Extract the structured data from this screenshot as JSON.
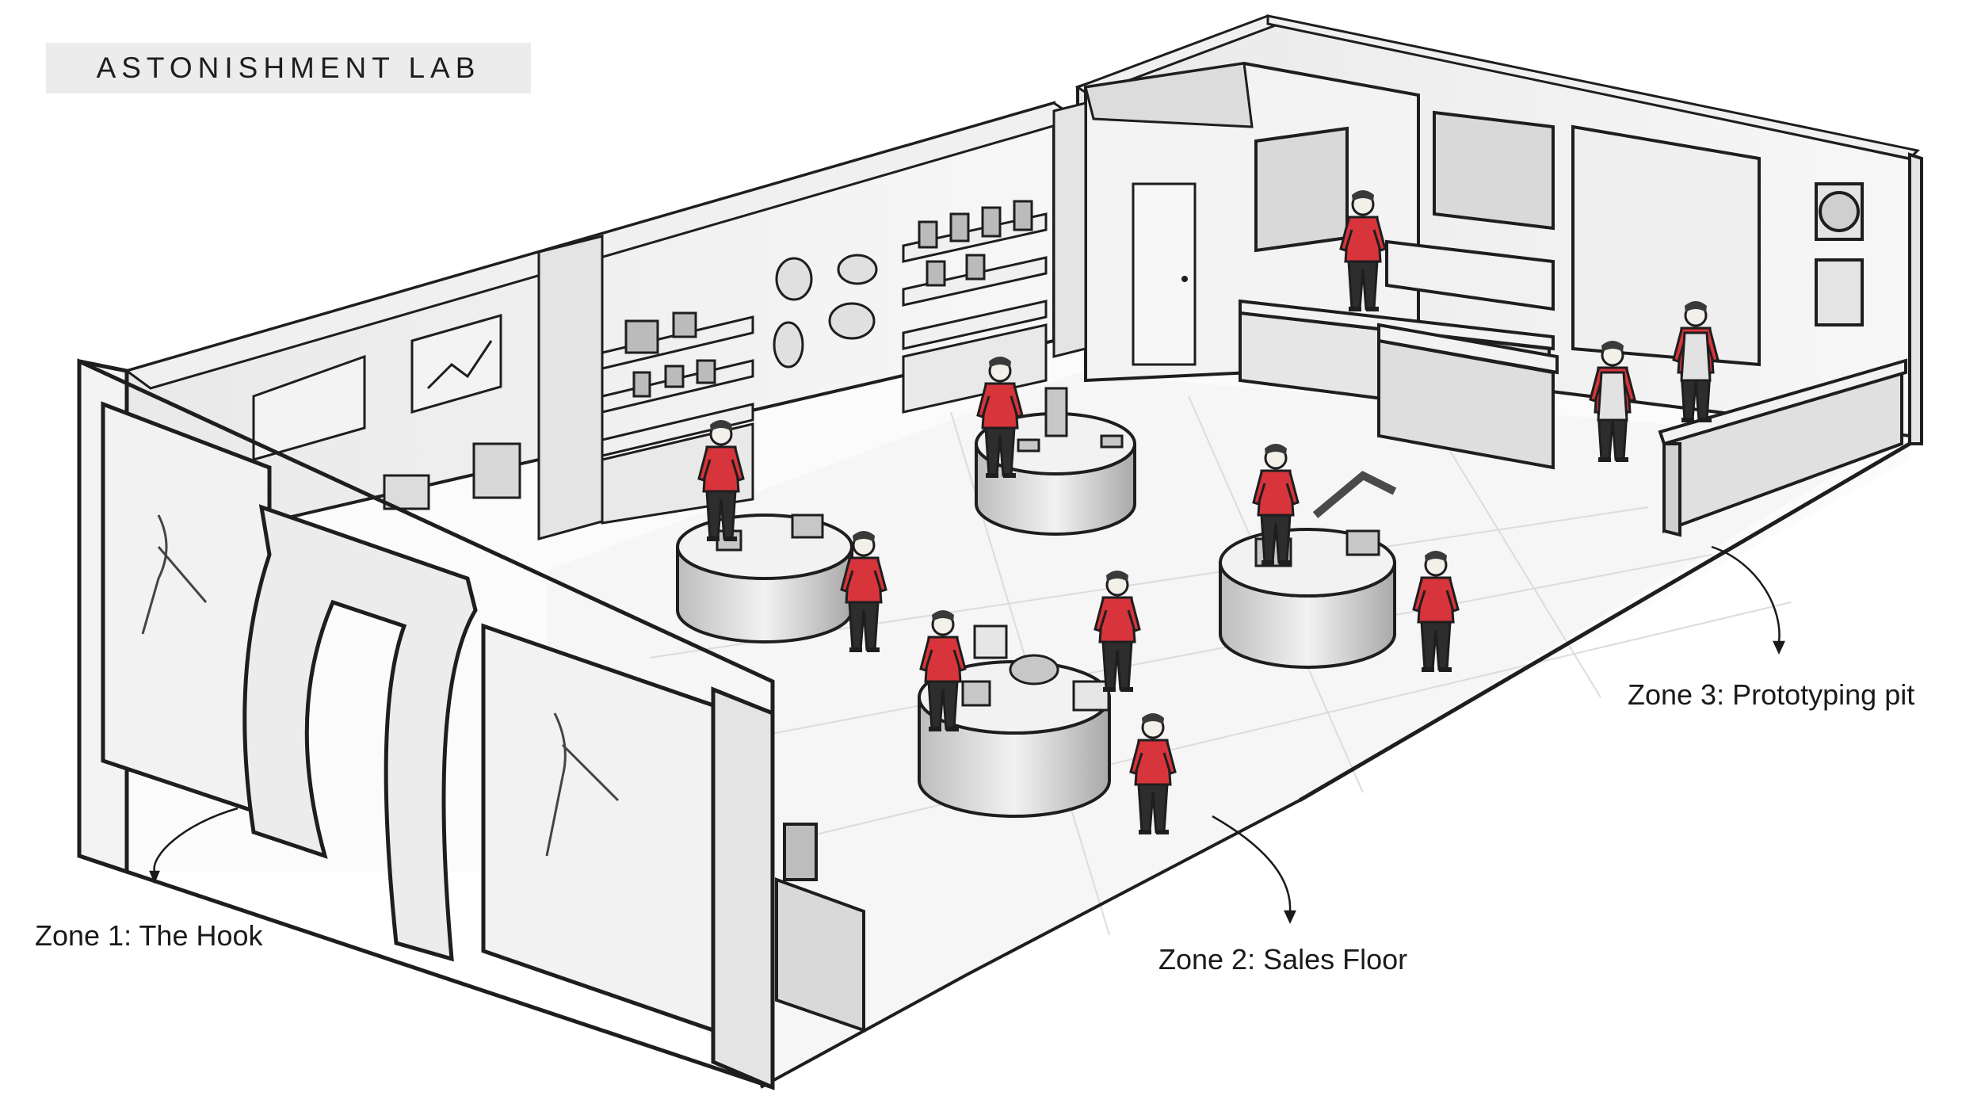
{
  "title": "ASTONISHMENT LAB",
  "zones": [
    {
      "label": "Zone 1: The Hook"
    },
    {
      "label": "Zone 2: Sales Floor"
    },
    {
      "label": "Zone 3: Prototyping pit"
    }
  ],
  "colors": {
    "staff_shirt": "#d8343c",
    "ink": "#1e1e1e",
    "wall_fill": "#f4f4f4",
    "floor_fill": "#fbfbfb",
    "shadow": "#c9c9c9",
    "title_bg": "#ececec"
  }
}
